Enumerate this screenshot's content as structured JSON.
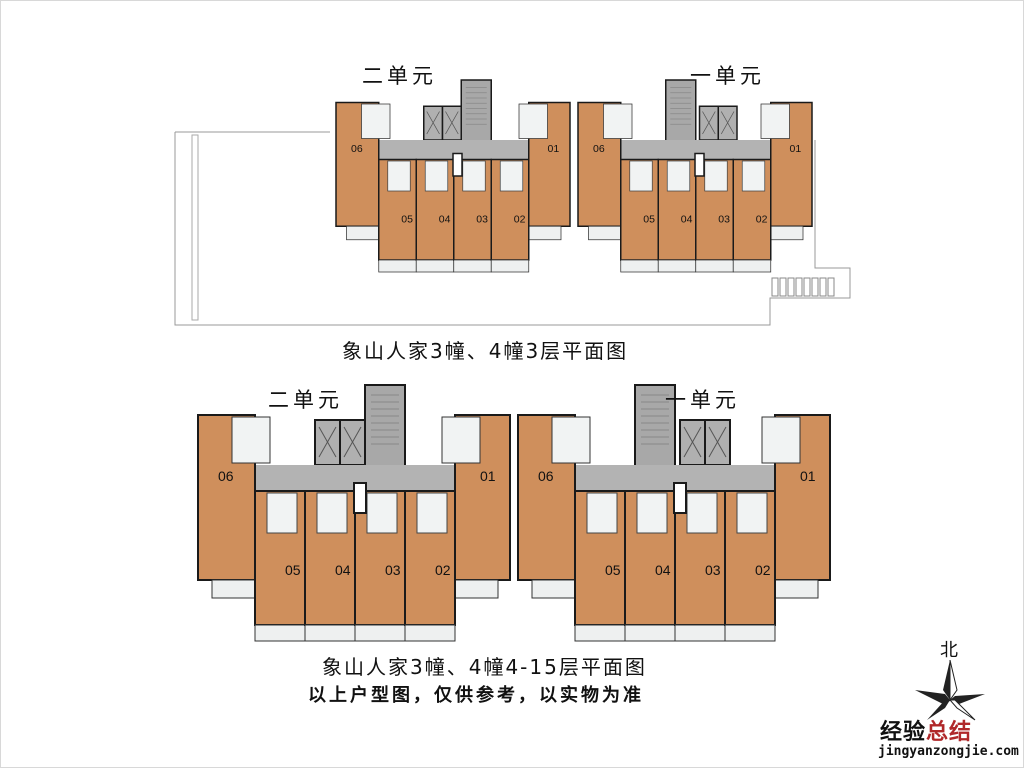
{
  "plans": [
    {
      "title": "象山人家3幢、4幢3层平面图",
      "wings": [
        {
          "name": "二单元",
          "units": [
            "06",
            "05",
            "04",
            "03",
            "02",
            "01"
          ]
        },
        {
          "name": "一单元",
          "units": [
            "06",
            "05",
            "04",
            "03",
            "02",
            "01"
          ]
        }
      ]
    },
    {
      "title": "象山人家3幢、4幢4-15层平面图",
      "wings": [
        {
          "name": "二单元",
          "units": [
            "06",
            "05",
            "04",
            "03",
            "02",
            "01"
          ]
        },
        {
          "name": "一单元",
          "units": [
            "06",
            "05",
            "04",
            "03",
            "02",
            "01"
          ]
        }
      ]
    }
  ],
  "note": "以上户型图，仅供参考，以实物为准",
  "compass": {
    "label": "北",
    "icon": "compass-star-icon"
  },
  "watermark": {
    "text_dark": "经验",
    "text_red": "总结",
    "url": "jingyanzongjie.com"
  },
  "colors": {
    "unit": "#cf8f5c",
    "common": "#b3b3b3",
    "wall": "#1a1a1a",
    "watermark_red": "#b0282a"
  }
}
